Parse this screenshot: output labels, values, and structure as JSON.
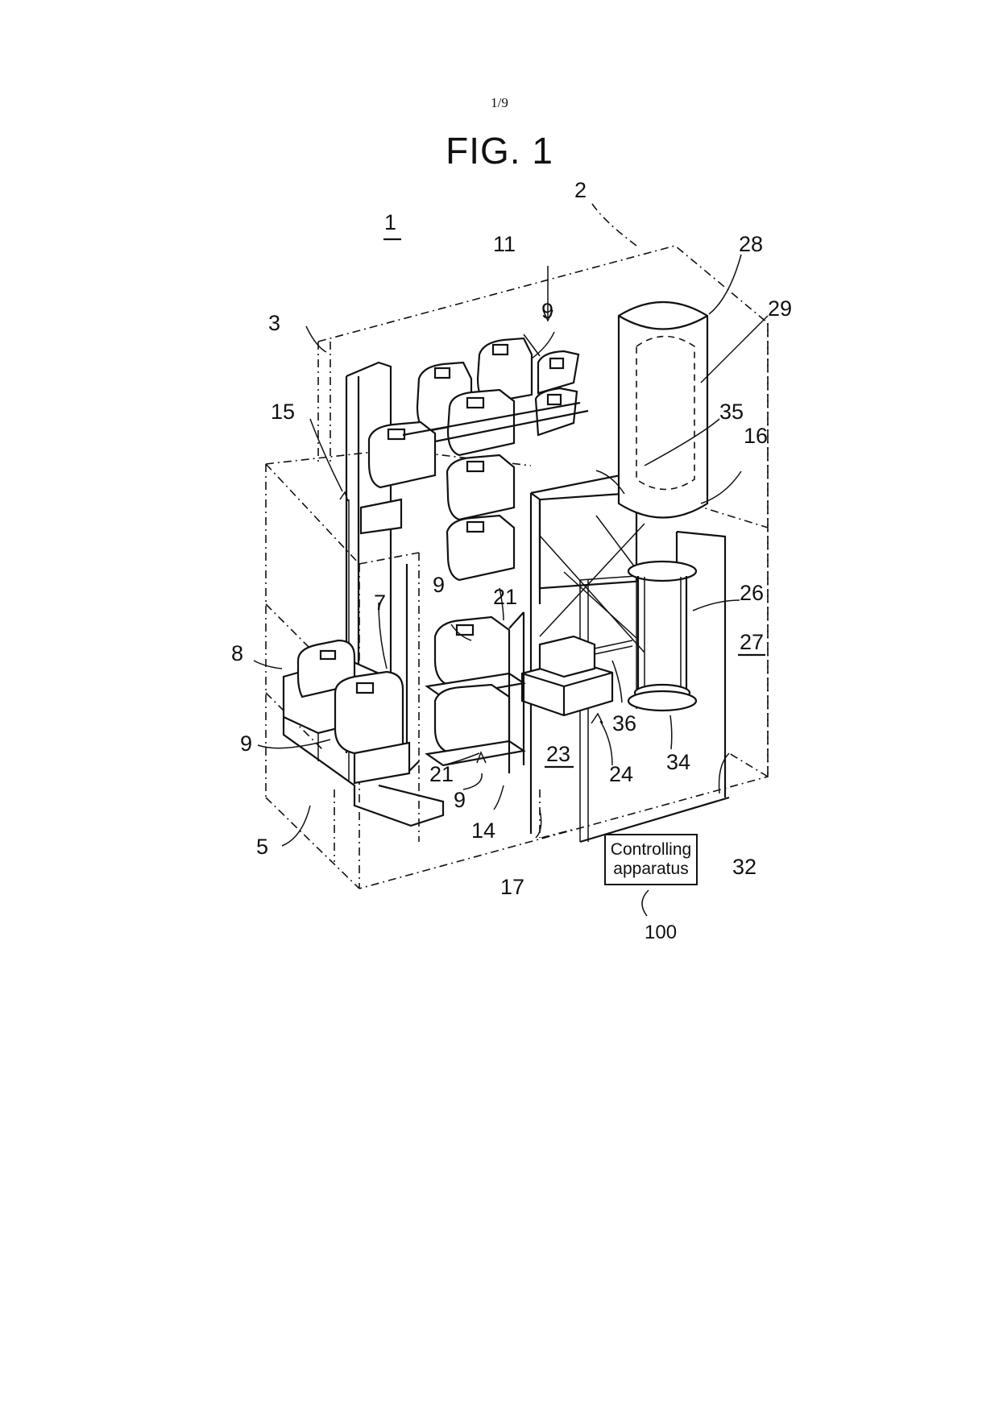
{
  "page": {
    "number": "1/9",
    "figure_title": "FIG. 1"
  },
  "references": {
    "r1": "1",
    "r2": "2",
    "r3": "3",
    "r5": "5",
    "r7": "7",
    "r8": "8",
    "r9a": "9",
    "r9b": "9",
    "r9c": "9",
    "r9d": "9",
    "r11": "11",
    "r14": "14",
    "r15": "15",
    "r16": "16",
    "r17": "17",
    "r21a": "21",
    "r21b": "21",
    "r23": "23",
    "r24": "24",
    "r26": "26",
    "r27": "27",
    "r28": "28",
    "r29": "29",
    "r32": "32",
    "r34": "34",
    "r35": "35",
    "r36": "36",
    "r100": "100"
  },
  "controller": {
    "line1": "Controlling",
    "line2": "apparatus"
  }
}
